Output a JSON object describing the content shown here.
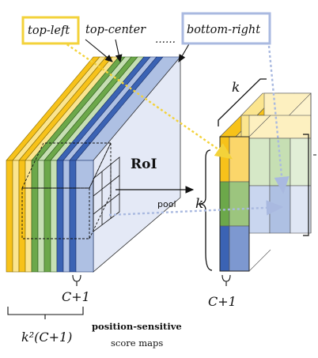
{
  "labels": {
    "top_left": "top-left",
    "top_center": "top-center",
    "bottom_right": "bottom-right",
    "dots": "……",
    "roi": "RoI",
    "pool": "pool",
    "k_top": "k",
    "k_right": "k",
    "c_plus_1_left": "C+1",
    "c_plus_1_right": "C+1",
    "k2_c_plus_1": "k²(C+1)",
    "caption_bold": "position-sensitive",
    "caption_normal": "score maps"
  },
  "colors": {
    "yellow": "#f7c21a",
    "light_yellow": "#fbe58f",
    "green": "#6ca84a",
    "light_green": "#c6dfb3",
    "blue": "#3b63b4",
    "light_blue": "#aec0e3",
    "pale_blue": "#e4e9f6",
    "top_left_box": "#f3d23a",
    "bottom_right_box": "#a9b9e0"
  }
}
